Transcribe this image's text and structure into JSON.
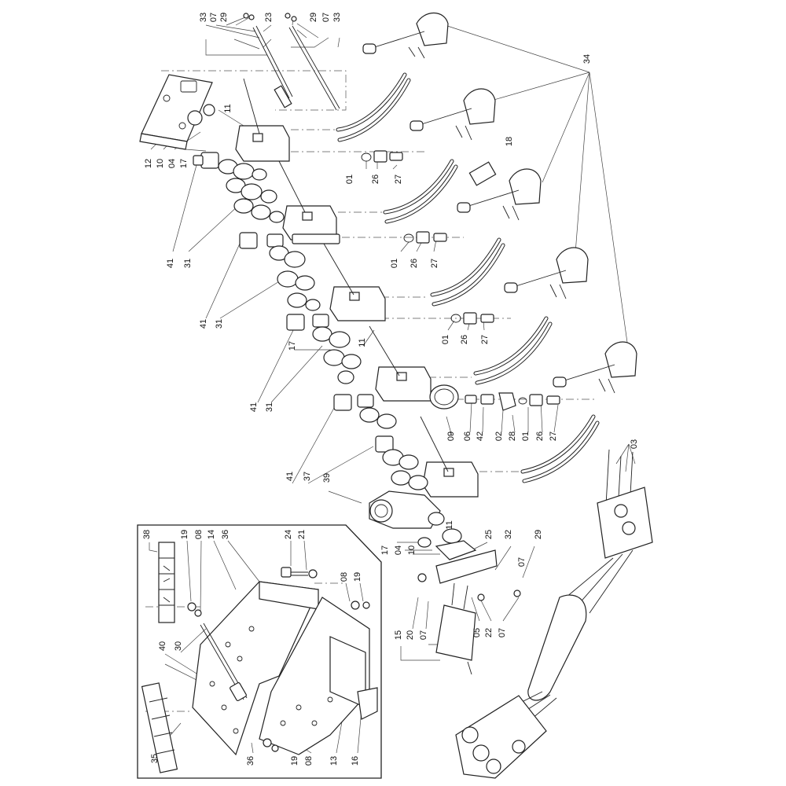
{
  "labels": [
    {
      "id": "c33a",
      "text": "33"
    },
    {
      "id": "c07a",
      "text": "07"
    },
    {
      "id": "c29a",
      "text": "29"
    },
    {
      "id": "c23",
      "text": "23"
    },
    {
      "id": "c29b",
      "text": "29"
    },
    {
      "id": "c07b",
      "text": "07"
    },
    {
      "id": "c33b",
      "text": "33"
    },
    {
      "id": "c34",
      "text": "34"
    },
    {
      "id": "c18",
      "text": "18"
    },
    {
      "id": "c11a",
      "text": "11"
    },
    {
      "id": "c12",
      "text": "12"
    },
    {
      "id": "c10a",
      "text": "10"
    },
    {
      "id": "c04a",
      "text": "04"
    },
    {
      "id": "c17a",
      "text": "17"
    },
    {
      "id": "c01a",
      "text": "01"
    },
    {
      "id": "c26a",
      "text": "26"
    },
    {
      "id": "c27a",
      "text": "27"
    },
    {
      "id": "c41a",
      "text": "41"
    },
    {
      "id": "c31a",
      "text": "31"
    },
    {
      "id": "c01b",
      "text": "01"
    },
    {
      "id": "c26b",
      "text": "26"
    },
    {
      "id": "c27b",
      "text": "27"
    },
    {
      "id": "c41b",
      "text": "41"
    },
    {
      "id": "c31b",
      "text": "31"
    },
    {
      "id": "c01c",
      "text": "01"
    },
    {
      "id": "c26c",
      "text": "26"
    },
    {
      "id": "c27c",
      "text": "27"
    },
    {
      "id": "c17b",
      "text": "17"
    },
    {
      "id": "c11b",
      "text": "11"
    },
    {
      "id": "c41c",
      "text": "41"
    },
    {
      "id": "c31c",
      "text": "31"
    },
    {
      "id": "c09",
      "text": "09"
    },
    {
      "id": "c06",
      "text": "06"
    },
    {
      "id": "c42",
      "text": "42"
    },
    {
      "id": "c02",
      "text": "02"
    },
    {
      "id": "c28",
      "text": "28"
    },
    {
      "id": "c01d",
      "text": "01"
    },
    {
      "id": "c26d",
      "text": "26"
    },
    {
      "id": "c27d",
      "text": "27"
    },
    {
      "id": "c41d",
      "text": "41"
    },
    {
      "id": "c37",
      "text": "37"
    },
    {
      "id": "c03",
      "text": "03"
    },
    {
      "id": "c39",
      "text": "39"
    },
    {
      "id": "c11c",
      "text": "11"
    },
    {
      "id": "c25",
      "text": "25"
    },
    {
      "id": "c32",
      "text": "32"
    },
    {
      "id": "c29c",
      "text": "29"
    },
    {
      "id": "c17c",
      "text": "17"
    },
    {
      "id": "c04b",
      "text": "04"
    },
    {
      "id": "c10b",
      "text": "10"
    },
    {
      "id": "c07c",
      "text": "07"
    },
    {
      "id": "c38",
      "text": "38"
    },
    {
      "id": "c19a",
      "text": "19"
    },
    {
      "id": "c08a",
      "text": "08"
    },
    {
      "id": "c14",
      "text": "14"
    },
    {
      "id": "c36a",
      "text": "36"
    },
    {
      "id": "c24",
      "text": "24"
    },
    {
      "id": "c21",
      "text": "21"
    },
    {
      "id": "c08b",
      "text": "08"
    },
    {
      "id": "c19b",
      "text": "19"
    },
    {
      "id": "c20",
      "text": "20"
    },
    {
      "id": "c07d",
      "text": "07"
    },
    {
      "id": "c15",
      "text": "15"
    },
    {
      "id": "c05",
      "text": "05"
    },
    {
      "id": "c22",
      "text": "22"
    },
    {
      "id": "c07e",
      "text": "07"
    },
    {
      "id": "c30",
      "text": "30"
    },
    {
      "id": "c40",
      "text": "40"
    },
    {
      "id": "c35",
      "text": "35"
    },
    {
      "id": "c36b",
      "text": "36"
    },
    {
      "id": "c19c",
      "text": "19"
    },
    {
      "id": "c08c",
      "text": "08"
    },
    {
      "id": "c13",
      "text": "13"
    },
    {
      "id": "c16",
      "text": "16"
    }
  ]
}
